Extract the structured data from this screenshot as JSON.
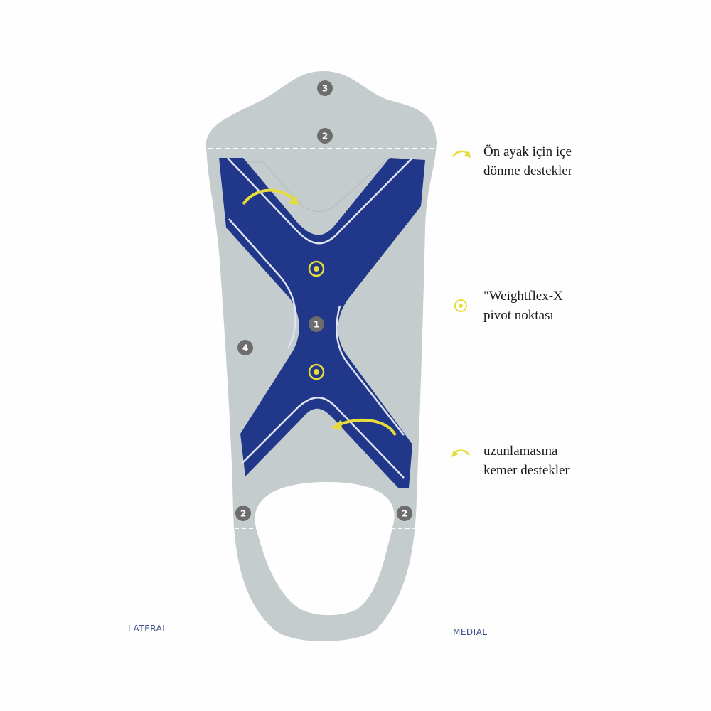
{
  "colors": {
    "insole": "#c4cccd",
    "x_frame": "#21388a",
    "accent": "#e6dc3c",
    "badge": "#6d6d6d",
    "label": "#3d4f8c"
  },
  "badges": [
    "3",
    "2",
    "1",
    "4",
    "2",
    "2"
  ],
  "legend": [
    {
      "icon": "curved-arrow-right-icon",
      "line1": "Ön ayak için içe",
      "line2": "dönme destekler"
    },
    {
      "icon": "pivot-point-icon",
      "line1": "\"Weightflex-X",
      "line2": "pivot noktası"
    },
    {
      "icon": "curved-arrow-left-icon",
      "line1": "uzunlamasına",
      "line2": "kemer destekler"
    }
  ],
  "sides": {
    "lateral": "LATERAL",
    "medial": "MEDIAL"
  }
}
